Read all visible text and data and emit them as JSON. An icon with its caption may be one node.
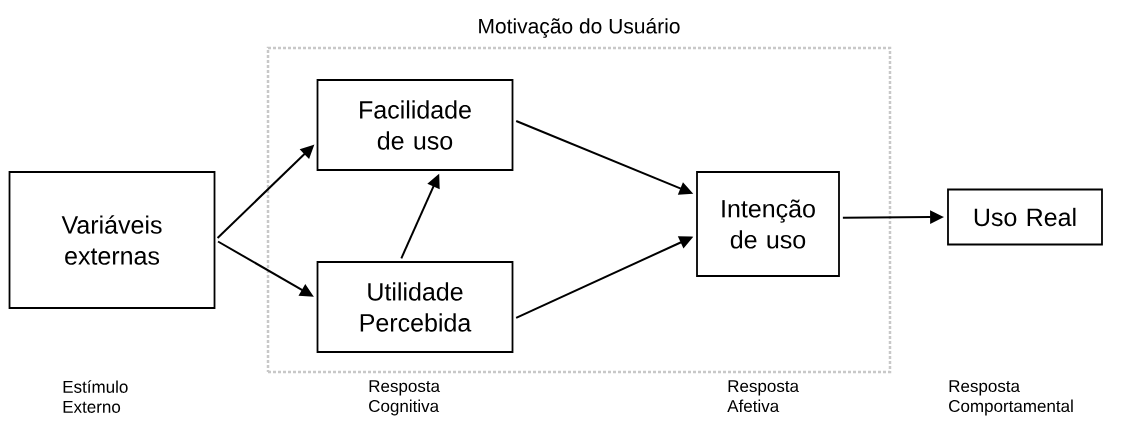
{
  "diagram": {
    "nodes": [
      {
        "text": [
          "Motivação do Usuário"
        ]
      },
      {
        "text": [
          "Variáveis externas"
        ]
      },
      {
        "text": [
          "Facilidade de uso"
        ],
        "in": 0
      },
      {
        "text": [
          "Utilidade Percebida"
        ],
        "in": 0
      },
      {
        "text": [
          "Intenção de uso"
        ],
        "in": 0
      },
      {
        "text": [
          "Uso Real"
        ]
      }
    ],
    "edges": [
      {
        "from": 1,
        "to": 2,
        "arrow": "to"
      },
      {
        "from": 1,
        "to": 3,
        "arrow": "to"
      },
      {
        "from": 3,
        "to": 2,
        "arrow": "to"
      },
      {
        "from": 2,
        "to": 4,
        "arrow": "to"
      },
      {
        "from": 3,
        "to": 4,
        "arrow": "to"
      },
      {
        "from": 4,
        "to": 5,
        "arrow": "to"
      }
    ],
    "labels": [
      "Estímulo Externo",
      "Resposta Cognitiva",
      "Resposta Afetiva",
      "Resposta Comportamental"
    ]
  }
}
